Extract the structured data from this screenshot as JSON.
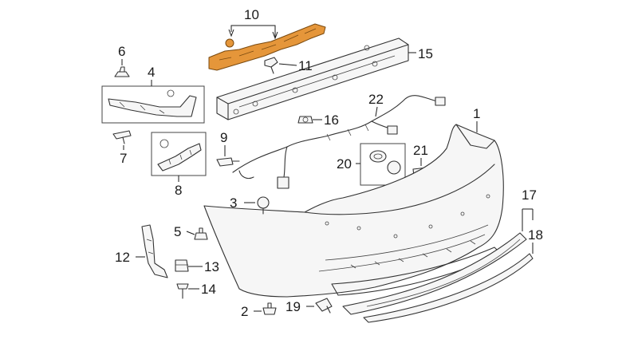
{
  "diagram": {
    "callouts": {
      "c1": "1",
      "c2": "2",
      "c3": "3",
      "c4": "4",
      "c5": "5",
      "c6": "6",
      "c7": "7",
      "c8": "8",
      "c9": "9",
      "c10": "10",
      "c11": "11",
      "c12": "12",
      "c13": "13",
      "c14": "14",
      "c15": "15",
      "c16": "16",
      "c17": "17",
      "c18": "18",
      "c19": "19",
      "c20": "20",
      "c21": "21",
      "c22": "22"
    },
    "colors": {
      "highlight_part": "#e5963a",
      "line": "#333333",
      "background": "#ffffff"
    }
  }
}
